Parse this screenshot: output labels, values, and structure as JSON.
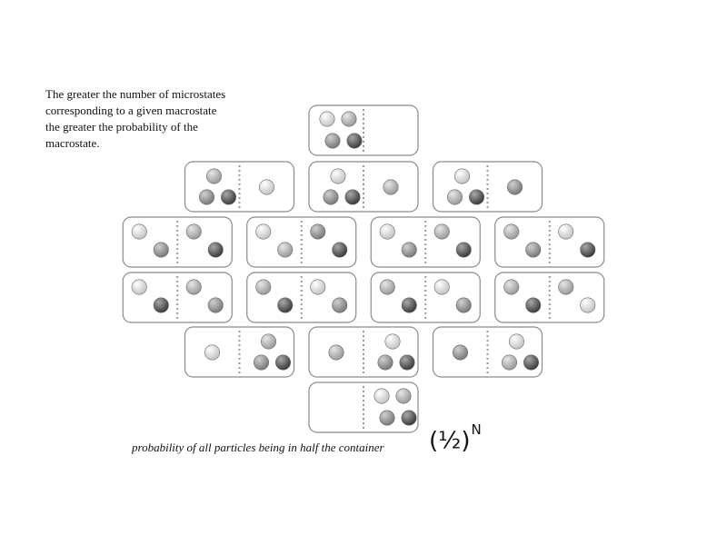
{
  "intro": {
    "lines": [
      "The greater the number of microstates",
      "corresponding to a given macrostate",
      "the greater the probability of the",
      "macrostate."
    ]
  },
  "caption": "probability of all particles being in half the container",
  "formula": {
    "base": "(½)",
    "exponent": "N"
  },
  "shades": {
    "a": "#cfcfcf",
    "b": "#a9a9a9",
    "c": "#8c8c8c",
    "d": "#555555"
  },
  "rows": [
    [
      {
        "left": [
          "a",
          "b",
          "c",
          "d"
        ],
        "right": []
      }
    ],
    [
      {
        "left": [
          "b",
          "c",
          "d"
        ],
        "right": [
          "a"
        ]
      },
      {
        "left": [
          "a",
          "c",
          "d"
        ],
        "right": [
          "b"
        ]
      },
      {
        "left": [
          "a",
          "b",
          "d"
        ],
        "right": [
          "c"
        ]
      }
    ],
    [
      {
        "left": [
          "a",
          "c"
        ],
        "right": [
          "b",
          "d"
        ]
      },
      {
        "left": [
          "a",
          "b"
        ],
        "right": [
          "c",
          "d"
        ]
      },
      {
        "left": [
          "a",
          "c"
        ],
        "right": [
          "b",
          "d"
        ]
      },
      {
        "left": [
          "b",
          "c"
        ],
        "right": [
          "a",
          "d"
        ]
      }
    ],
    [
      {
        "left": [
          "a",
          "d"
        ],
        "right": [
          "b",
          "c"
        ]
      },
      {
        "left": [
          "b",
          "d"
        ],
        "right": [
          "a",
          "c"
        ]
      },
      {
        "left": [
          "b",
          "d"
        ],
        "right": [
          "a",
          "c"
        ]
      },
      {
        "left": [
          "b",
          "d"
        ],
        "right": [
          "b",
          "a"
        ]
      }
    ],
    [
      {
        "left": [
          "a"
        ],
        "right": [
          "b",
          "c",
          "d"
        ]
      },
      {
        "left": [
          "b"
        ],
        "right": [
          "a",
          "c",
          "d"
        ]
      },
      {
        "left": [
          "c"
        ],
        "right": [
          "a",
          "b",
          "d"
        ]
      }
    ],
    [
      {
        "left": [],
        "right": [
          "a",
          "b",
          "c",
          "d"
        ]
      }
    ]
  ]
}
